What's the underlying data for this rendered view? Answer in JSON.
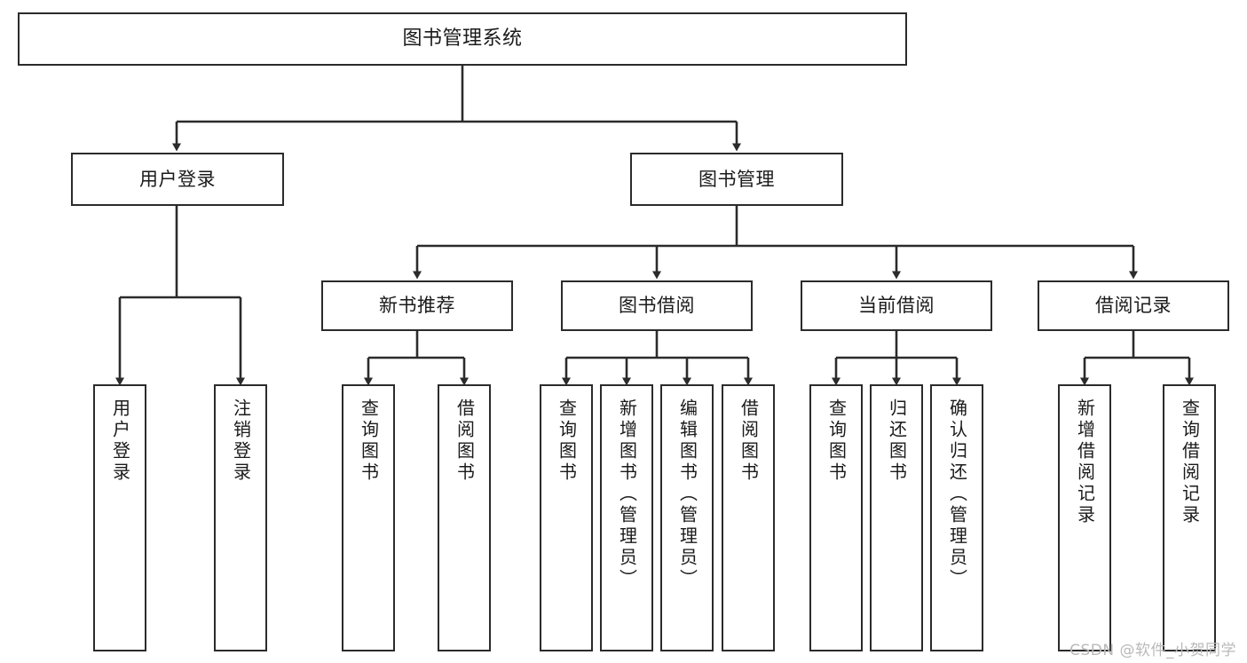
{
  "diagram": {
    "type": "tree",
    "title": "图书管理系统",
    "root": {
      "label": "图书管理系统"
    },
    "level2": [
      {
        "label": "用户登录"
      },
      {
        "label": "图书管理"
      }
    ],
    "level3": [
      {
        "label": "新书推荐"
      },
      {
        "label": "图书借阅"
      },
      {
        "label": "当前借阅"
      },
      {
        "label": "借阅记录"
      }
    ],
    "leaves": {
      "user_login": [
        {
          "label": "用户登录"
        },
        {
          "label": "注销登录"
        }
      ],
      "new_book_recommend": [
        {
          "label": "查询图书"
        },
        {
          "label": "借阅图书"
        }
      ],
      "book_borrow": [
        {
          "label": "查询图书"
        },
        {
          "label": "新增图书（管理员）"
        },
        {
          "label": "编辑图书（管理员）"
        },
        {
          "label": "借阅图书"
        }
      ],
      "current_borrow": [
        {
          "label": "查询图书"
        },
        {
          "label": "归还图书"
        },
        {
          "label": "确认归还（管理员）"
        }
      ],
      "borrow_record": [
        {
          "label": "新增借阅记录"
        },
        {
          "label": "查询借阅记录"
        }
      ]
    }
  },
  "watermark": {
    "text": "CSDN @软件_小贺同学"
  },
  "colors": {
    "stroke": "#2b2b2b",
    "fill": "#ffffff",
    "text": "#1a1a1a",
    "watermark": "#b9b9b9"
  }
}
